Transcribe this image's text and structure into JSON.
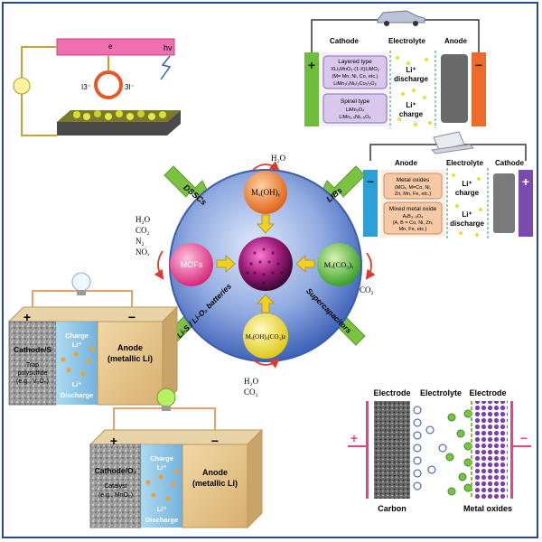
{
  "dssc": {
    "electron": "e",
    "light": "hν",
    "ion_left": "I3⁻",
    "ion_right": "3I⁻"
  },
  "lib_top": {
    "cathode": "Cathode",
    "electrolyte": "Electrolyte",
    "anode": "Anode",
    "plus": "+",
    "minus": "−",
    "layered_title": "Layered type",
    "layered_f1": "XLi₂MnO₃·(1-X)LiMO₂",
    "layered_f2": "(M= Mn, Ni, Co, etc.)",
    "layered_f3": "LiMn₁/₃Ni₁/₃Co₁/₃O₂",
    "spinel_title": "Spinel type",
    "spinel_f1": "LiMn₂O₄",
    "spinel_f2": "LiMn₁.₅Ni₀.₅O₄",
    "li": "Li⁺",
    "discharge": "discharge",
    "charge": "charge"
  },
  "lib_mid": {
    "anode": "Anode",
    "electrolyte": "Electrolyte",
    "cathode": "Cathode",
    "minus": "−",
    "plus": "+",
    "metal_title": "Metal oxides",
    "metal_f1": "(MOₓ, M=Co, Ni,",
    "metal_f2": "Zn, Mn, Fe, etc.)",
    "mixed_title": "Mixed metal oxide",
    "mixed_f1": "AₓB₃₋ₓO₄",
    "mixed_f2": "(A, B = Co, Ni, Zn,",
    "mixed_f3": "Mn, Fe, etc.)",
    "li": "Li⁺",
    "charge": "charge",
    "discharge": "discharge"
  },
  "center": {
    "top_node": "Mₓ(OH)ᵧ",
    "left_node": "MOFs",
    "right_node": "Mₓ(CO₃)ᵧ",
    "bottom_node": "Mₓ(OH)ᵧ(CO₃)z",
    "h2o_top": "H₂O",
    "left_gases": [
      "H₂O",
      "CO₂",
      "N₂",
      "NOₓ"
    ],
    "co2_right": "CO₂",
    "bottom_gases": [
      "H₂O",
      "CO₂"
    ],
    "arrow_dsscs": "DSSCs",
    "arrow_libs": "LIBs",
    "arrow_lis": "Li-S / Li-O₂ batteries",
    "arrow_sc": "Supercapacitors"
  },
  "lis": {
    "plus": "+",
    "minus": "−",
    "cathode": "Cathode/S",
    "trap1": "Trap",
    "trap2": "polysulfide",
    "trap3": "(e.g., V₂O₅)",
    "charge": "Charge",
    "li1": "Li⁺",
    "li2": "Li⁺",
    "discharge": "Discharge",
    "anode1": "Anode",
    "anode2": "(metallic Li)"
  },
  "lio2": {
    "plus": "+",
    "minus": "−",
    "cathode": "Cathode/O₂",
    "catalyst1": "Catalyst",
    "catalyst2": "(e.g., MnO₂)",
    "charge": "Charge",
    "li1": "Li⁺",
    "li2": "Li⁺",
    "discharge": "Discharge",
    "anode1": "Anode",
    "anode2": "(metallic Li)"
  },
  "sc": {
    "electrode_left": "Electrode",
    "electrolyte": "Electrolyte",
    "electrode_right": "Electrode",
    "plus": "+",
    "minus": "−",
    "carbon": "Carbon",
    "metal_oxides": "Metal oxides"
  },
  "colors": {
    "frame": "#2a4a8a",
    "green_arrow": "#7cc242",
    "blue_sphere": "#4a6fbf",
    "pink": "#e8428a"
  }
}
